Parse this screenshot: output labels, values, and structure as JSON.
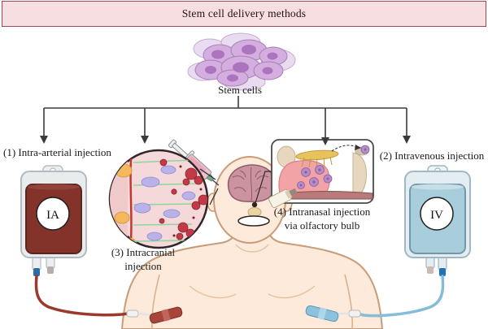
{
  "title": "Stem cell delivery methods",
  "stem_cells_label": "Stem cells",
  "methods": {
    "m1": "(1) Intra-arterial injection",
    "m2": "(2) Intravenous injection",
    "m3_line1": "(3) Intracranial",
    "m3_line2": "injection",
    "m4_line1": "(4) Intranasal injection",
    "m4_line2": "via olfactory bulb"
  },
  "bags": {
    "ia_label": "IA",
    "iv_label": "IV"
  },
  "icons": [
    "stem-cell-cluster-icon",
    "down-arrow-icon",
    "blood-bag-icon",
    "iv-bag-icon",
    "syringe-icon",
    "brain-icon",
    "human-torso-icon",
    "microscope-inset-icon",
    "nasal-cavity-inset-icon",
    "nasal-spray-bottle-icon",
    "iv-catheter-icon"
  ],
  "colors": {
    "banner_bg": "#f7dee0",
    "banner_border": "#9c4b55",
    "blood_red": "#83332a",
    "iv_fluid_blue": "#a8cddb",
    "stem_cell_purple": "#d3aede",
    "skin": "#fdeada",
    "brain_pink": "#cb92a0",
    "tube_red": "#9c392f",
    "tube_blue": "#85bcd8",
    "connector_line": "#3a3a3a",
    "inset_pink": "#f5d8da"
  }
}
